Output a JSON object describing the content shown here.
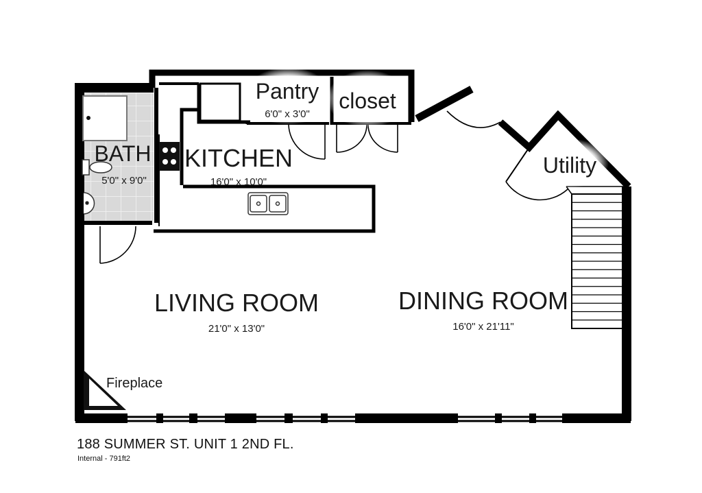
{
  "rooms": {
    "pantry": {
      "name": "Pantry",
      "dims": "6'0\" x 3'0\""
    },
    "closet": {
      "name": "closet"
    },
    "bath": {
      "name": "BATH",
      "dims": "5'0\" x 9'0\""
    },
    "kitchen": {
      "name": "KITCHEN",
      "dims": "16'0\" x 10'0\""
    },
    "utility": {
      "name": "Utility"
    },
    "living": {
      "name": "LIVING ROOM",
      "dims": "21'0\" x 13'0\""
    },
    "dining": {
      "name": "DINING ROOM",
      "dims": "16'0\" x 21'11\""
    },
    "fireplace": {
      "name": "Fireplace"
    }
  },
  "footer": {
    "address": "188 SUMMER ST. UNIT 1 2ND FL.",
    "area": "Internal - 791ft2"
  },
  "colors": {
    "wall": "#000000",
    "bath_floor": "#d6d6d6",
    "text": "#1a1a1a"
  }
}
